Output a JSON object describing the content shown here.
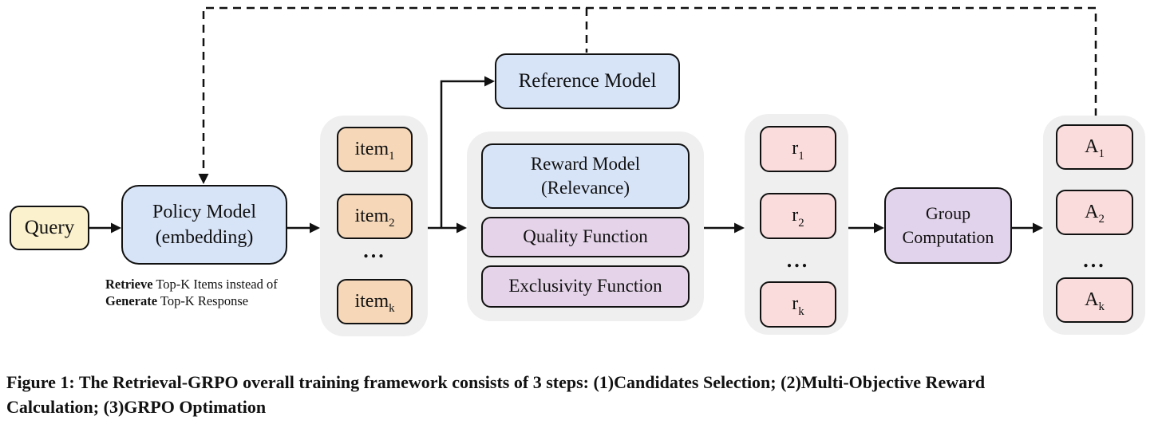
{
  "colors": {
    "yellow": "#fbf1cd",
    "blue": "#d7e4f8",
    "peach": "#f6d8b9",
    "purple": "#e5d4e9",
    "purple2": "#e2d3ec",
    "pink": "#fbdcdc",
    "gray": "#efefef",
    "border": "#111111",
    "text": "#111111"
  },
  "nodes": {
    "query": "Query",
    "policy": {
      "line1": "Policy Model",
      "line2": "(embedding)"
    },
    "policy_note": {
      "bold1": "Retrieve",
      "rest1": " Top-K Items instead of",
      "bold2": "Generate",
      "rest2": " Top-K Response"
    },
    "reference": "Reference Model",
    "reward": {
      "line1": "Reward Model",
      "line2": "(Relevance)"
    },
    "quality": "Quality Function",
    "exclusivity": "Exclusivity Function",
    "group": {
      "line1": "Group",
      "line2": "Computation"
    }
  },
  "columns": {
    "items": {
      "dots": "...",
      "rows": [
        {
          "base": "item",
          "sub": "1"
        },
        {
          "base": "item",
          "sub": "2"
        },
        {
          "base": "item",
          "sub": "k"
        }
      ]
    },
    "rewards": {
      "dots": "...",
      "rows": [
        {
          "base": "r",
          "sub": "1"
        },
        {
          "base": "r",
          "sub": "2"
        },
        {
          "base": "r",
          "sub": "k"
        }
      ]
    },
    "advantages": {
      "dots": "...",
      "rows": [
        {
          "base": "A",
          "sub": "1"
        },
        {
          "base": "A",
          "sub": "2"
        },
        {
          "base": "A",
          "sub": "k"
        }
      ]
    }
  },
  "caption": {
    "line1": "Figure 1: The Retrieval-GRPO overall training framework consists of 3 steps: (1)Candidates Selection; (2)Multi-Objective Reward",
    "line2": "Calculation; (3)GRPO Optimation"
  }
}
